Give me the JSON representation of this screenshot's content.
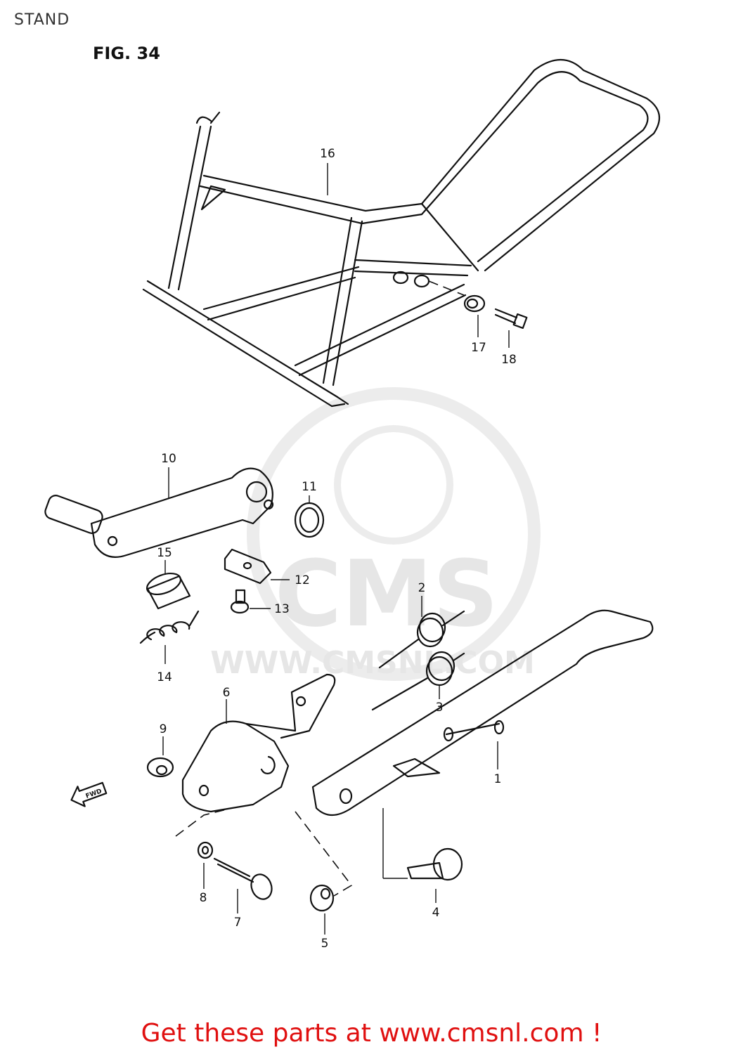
{
  "page": {
    "title": "STAND"
  },
  "figure": {
    "label": "FIG. 34"
  },
  "watermark": {
    "brand": "CMS",
    "url": "WWW.CMSNL.COM"
  },
  "fwd_arrow": {
    "label": "FWD"
  },
  "callouts": [
    {
      "id": "c1",
      "label": "1"
    },
    {
      "id": "c2",
      "label": "2"
    },
    {
      "id": "c3",
      "label": "3"
    },
    {
      "id": "c4",
      "label": "4"
    },
    {
      "id": "c5",
      "label": "5"
    },
    {
      "id": "c6",
      "label": "6"
    },
    {
      "id": "c7",
      "label": "7"
    },
    {
      "id": "c8",
      "label": "8"
    },
    {
      "id": "c9",
      "label": "9"
    },
    {
      "id": "c10",
      "label": "10"
    },
    {
      "id": "c11",
      "label": "11"
    },
    {
      "id": "c12",
      "label": "12"
    },
    {
      "id": "c13",
      "label": "13"
    },
    {
      "id": "c14",
      "label": "14"
    },
    {
      "id": "c15",
      "label": "15"
    },
    {
      "id": "c16",
      "label": "16"
    },
    {
      "id": "c17",
      "label": "17"
    },
    {
      "id": "c18",
      "label": "18"
    }
  ],
  "footer": {
    "link_text": "Get these parts at www.cmsnl.com !",
    "color": "#e01010"
  }
}
